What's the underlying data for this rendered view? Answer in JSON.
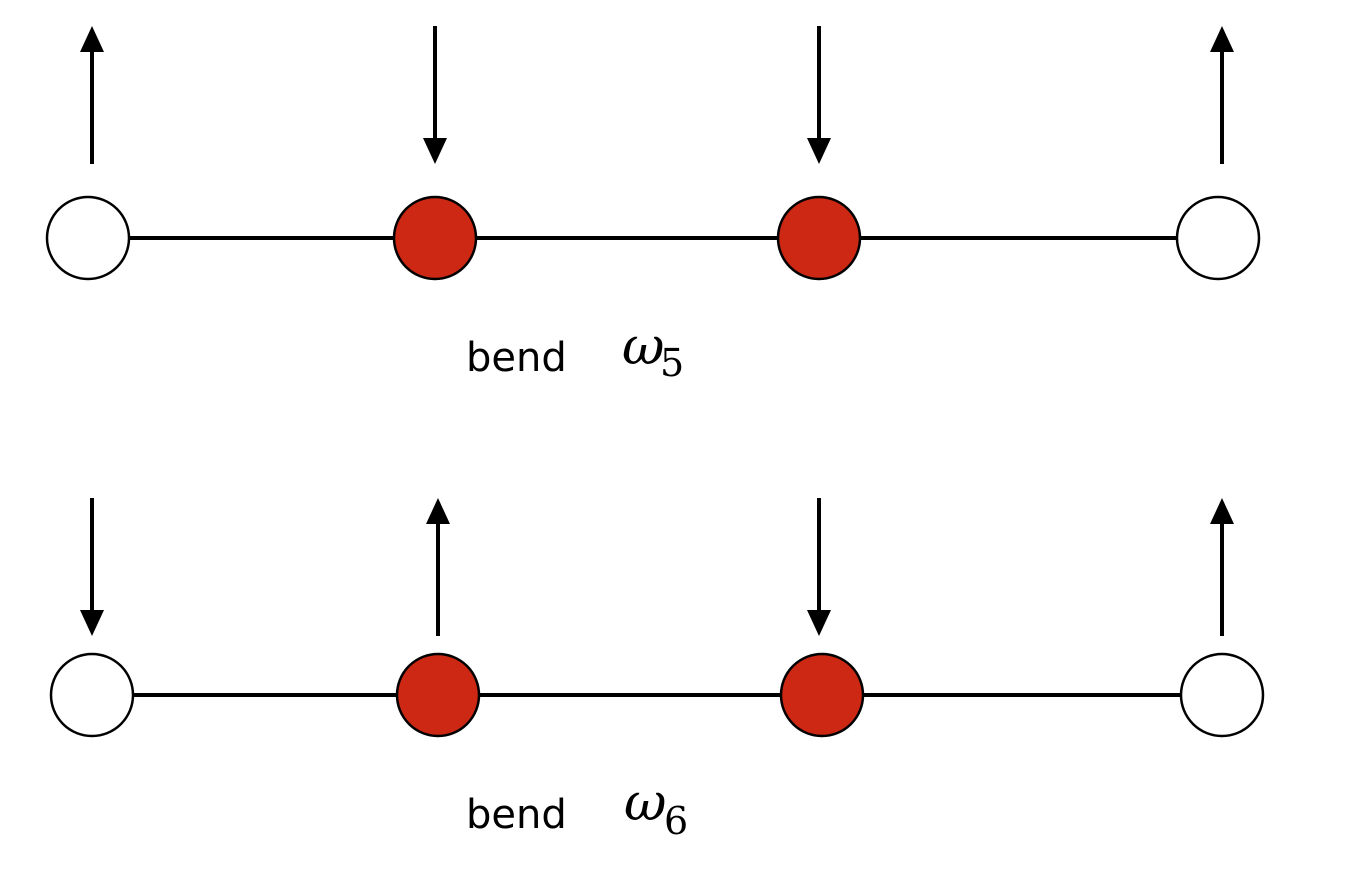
{
  "colors": {
    "carbon_atom": "#cc2814",
    "end_atom": "#ffffff",
    "line": "#000000"
  },
  "modes": [
    {
      "id": "mode-5",
      "label_word": "bend",
      "label_symbol": "ω",
      "label_subscript": "5",
      "displacements": [
        "up",
        "down",
        "down",
        "up"
      ]
    },
    {
      "id": "mode-6",
      "label_word": "bend",
      "label_symbol": "ω",
      "label_subscript": "6",
      "displacements": [
        "down",
        "up",
        "down",
        "up"
      ]
    }
  ],
  "atoms": [
    "end",
    "carbon",
    "carbon",
    "end"
  ]
}
